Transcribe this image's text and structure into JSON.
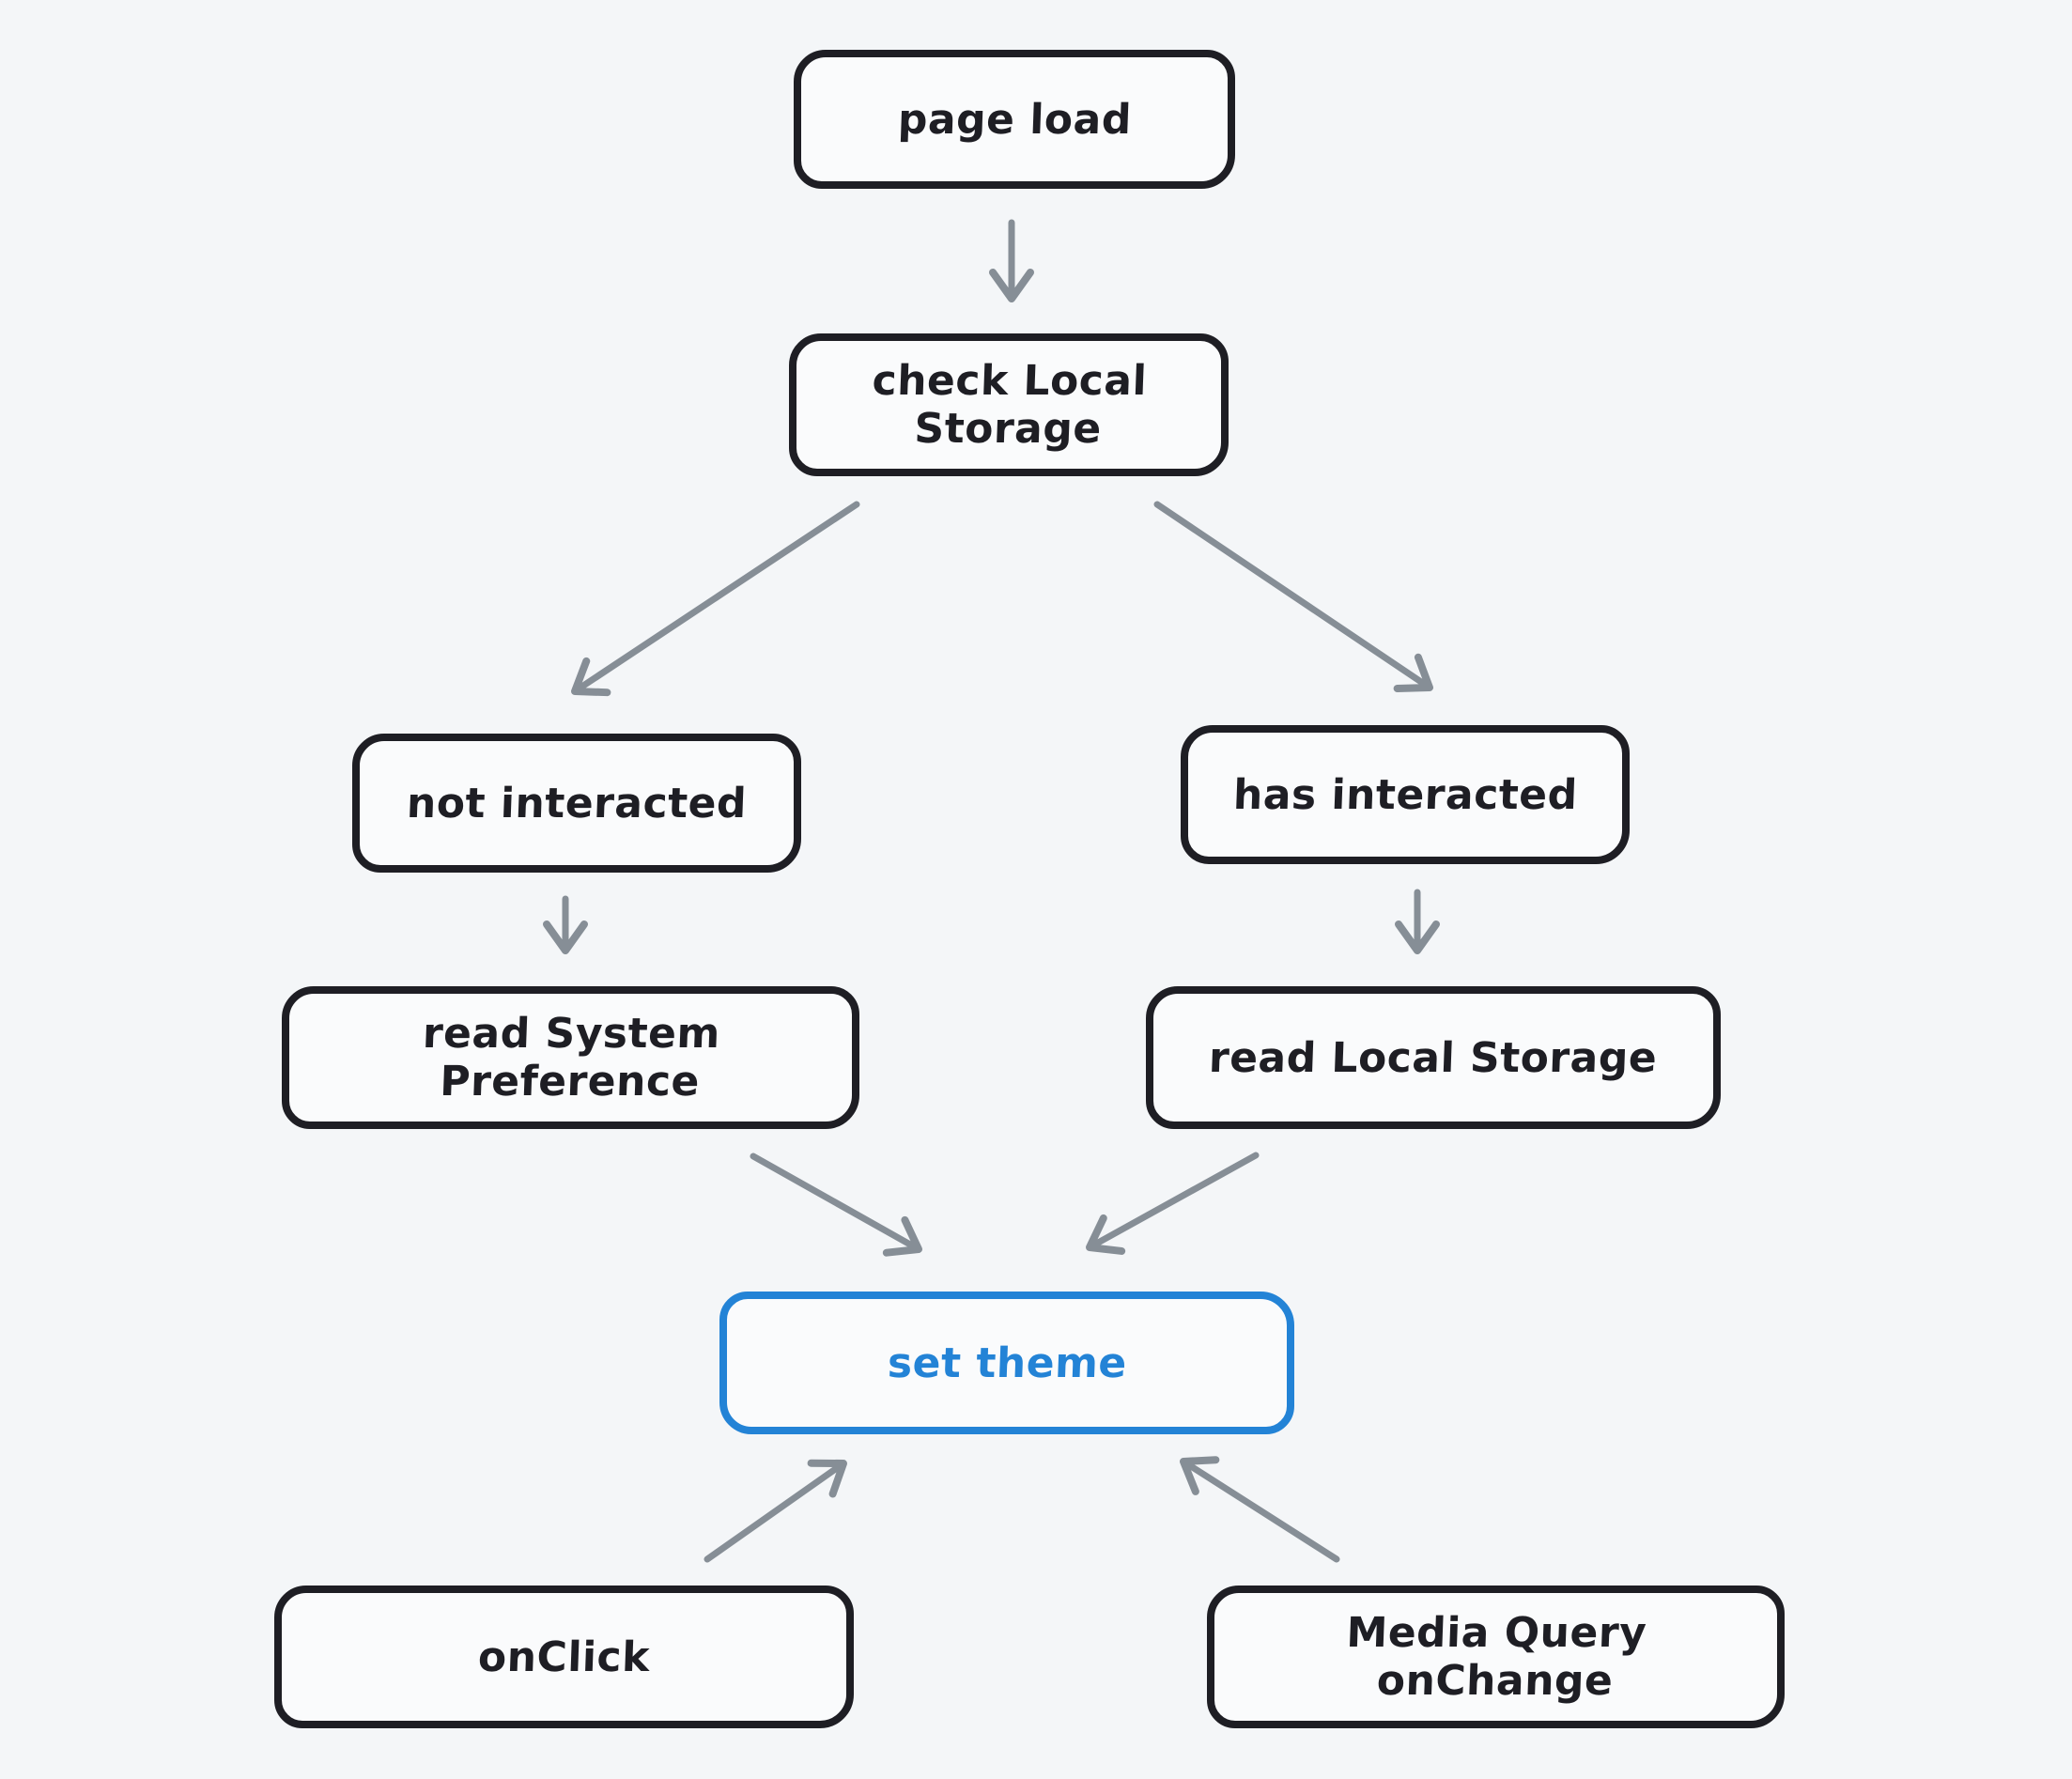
{
  "colors": {
    "background": "#f4f6f8",
    "node_fill": "#fafbfc",
    "node_stroke": "#1e1e24",
    "accent_blue": "#2383d6",
    "arrow_gray": "#868e96"
  },
  "nodes": [
    {
      "id": "page-load",
      "label": "page load",
      "accent": false
    },
    {
      "id": "check-local-storage",
      "label": "check Local Storage",
      "accent": false
    },
    {
      "id": "not-interacted",
      "label": "not interacted",
      "accent": false
    },
    {
      "id": "has-interacted",
      "label": "has interacted",
      "accent": false
    },
    {
      "id": "read-system-preference",
      "label": "read System Preference",
      "accent": false
    },
    {
      "id": "read-local-storage",
      "label": "read Local Storage",
      "accent": false
    },
    {
      "id": "set-theme",
      "label": "set theme",
      "accent": true
    },
    {
      "id": "on-click",
      "label": "onClick",
      "accent": false
    },
    {
      "id": "media-query-onchange",
      "label": "Media Query onChange",
      "accent": false
    }
  ],
  "edges": [
    {
      "from": "page-load",
      "to": "check-local-storage"
    },
    {
      "from": "check-local-storage",
      "to": "not-interacted"
    },
    {
      "from": "check-local-storage",
      "to": "has-interacted"
    },
    {
      "from": "not-interacted",
      "to": "read-system-preference"
    },
    {
      "from": "has-interacted",
      "to": "read-local-storage"
    },
    {
      "from": "read-system-preference",
      "to": "set-theme"
    },
    {
      "from": "read-local-storage",
      "to": "set-theme"
    },
    {
      "from": "on-click",
      "to": "set-theme"
    },
    {
      "from": "media-query-onchange",
      "to": "set-theme"
    }
  ]
}
